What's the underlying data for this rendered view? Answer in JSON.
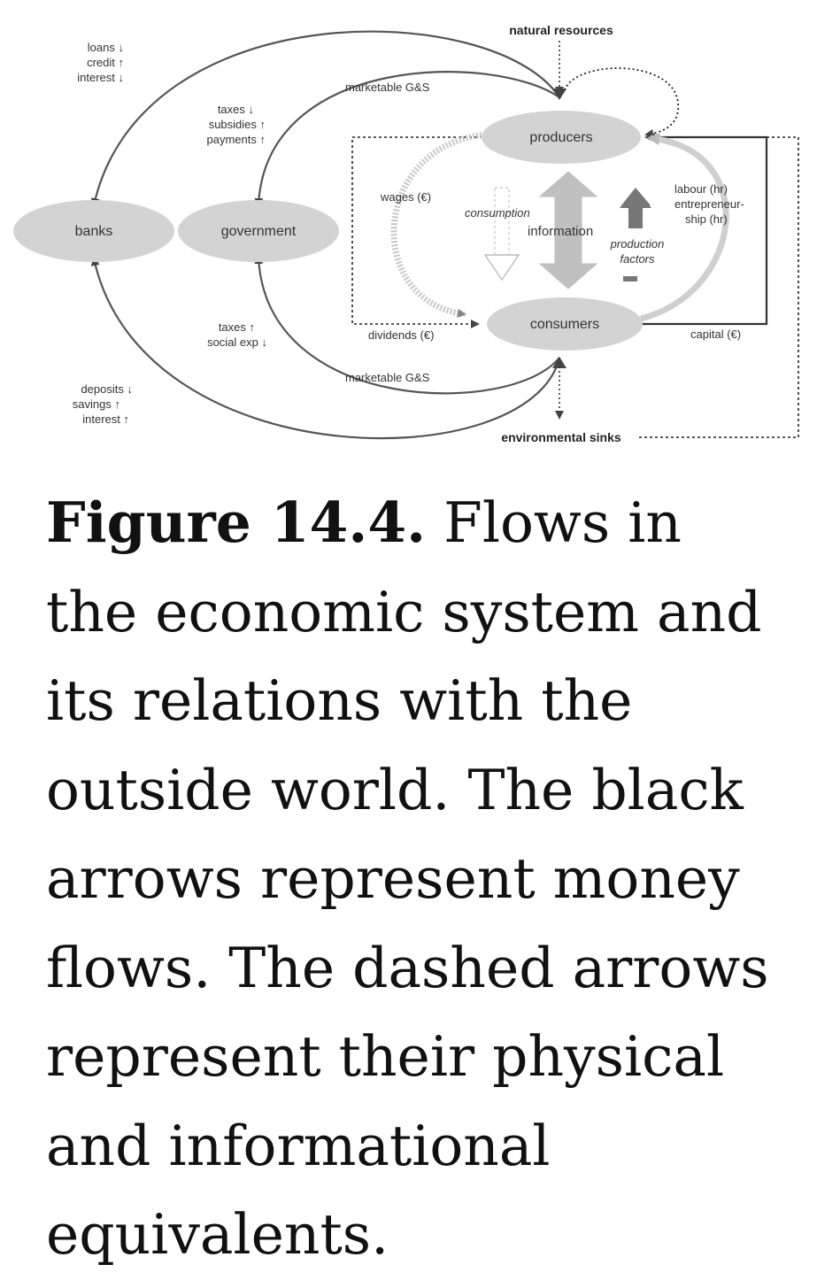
{
  "diagram": {
    "nodes": {
      "producers": "producers",
      "consumers": "consumers",
      "banks": "banks",
      "government": "government"
    },
    "labels": {
      "natural_resources": "natural resources",
      "environmental_sinks": "environmental sinks",
      "banks_top": [
        "loans ↓",
        "credit ↑",
        "interest ↓"
      ],
      "gov_top": [
        "taxes ↓",
        "subsidies ↑",
        "payments ↑"
      ],
      "marketable_top": "marketable G&S",
      "gov_bottom": [
        "taxes ↑",
        "social exp ↓"
      ],
      "marketable_bottom": "marketable G&S",
      "banks_bottom": [
        "deposits ↓",
        "savings ↑",
        "interest ↑"
      ],
      "wages": "wages (€)",
      "consumption": "consumption",
      "information": "information",
      "production_factors": [
        "production",
        "factors"
      ],
      "labour": [
        "labour (hr)",
        "entrepreneur-",
        "ship (hr)"
      ],
      "dividends": "dividends (€)",
      "capital": "capital (€)"
    }
  },
  "caption": {
    "label": "Figure 14.4.",
    "text": " Flows in the economic system and its relations with the outside world. The black arrows represent money flows. The dashed arrows represent their physical and informational equivalents."
  }
}
